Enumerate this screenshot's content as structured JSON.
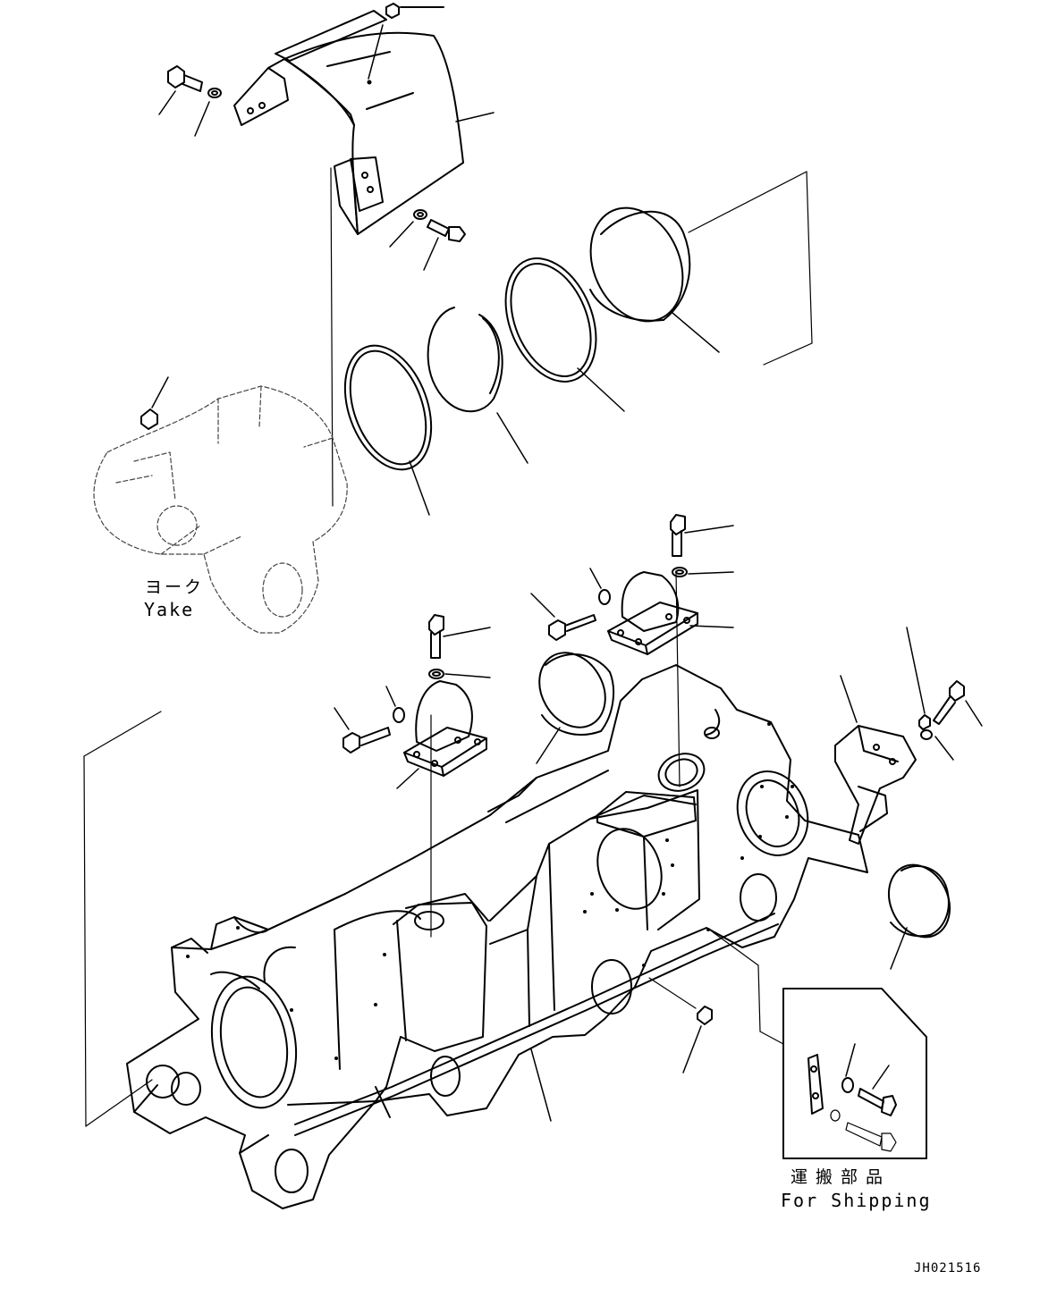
{
  "labels": {
    "yoke_jp": "ヨーク",
    "yoke_en": "Yake",
    "shipping_jp": "運搬部品",
    "shipping_en": "For Shipping",
    "drawing_code": "JH021516"
  },
  "style": {
    "line_color": "#000000",
    "ghost_color": "#444444",
    "background": "#ffffff"
  }
}
